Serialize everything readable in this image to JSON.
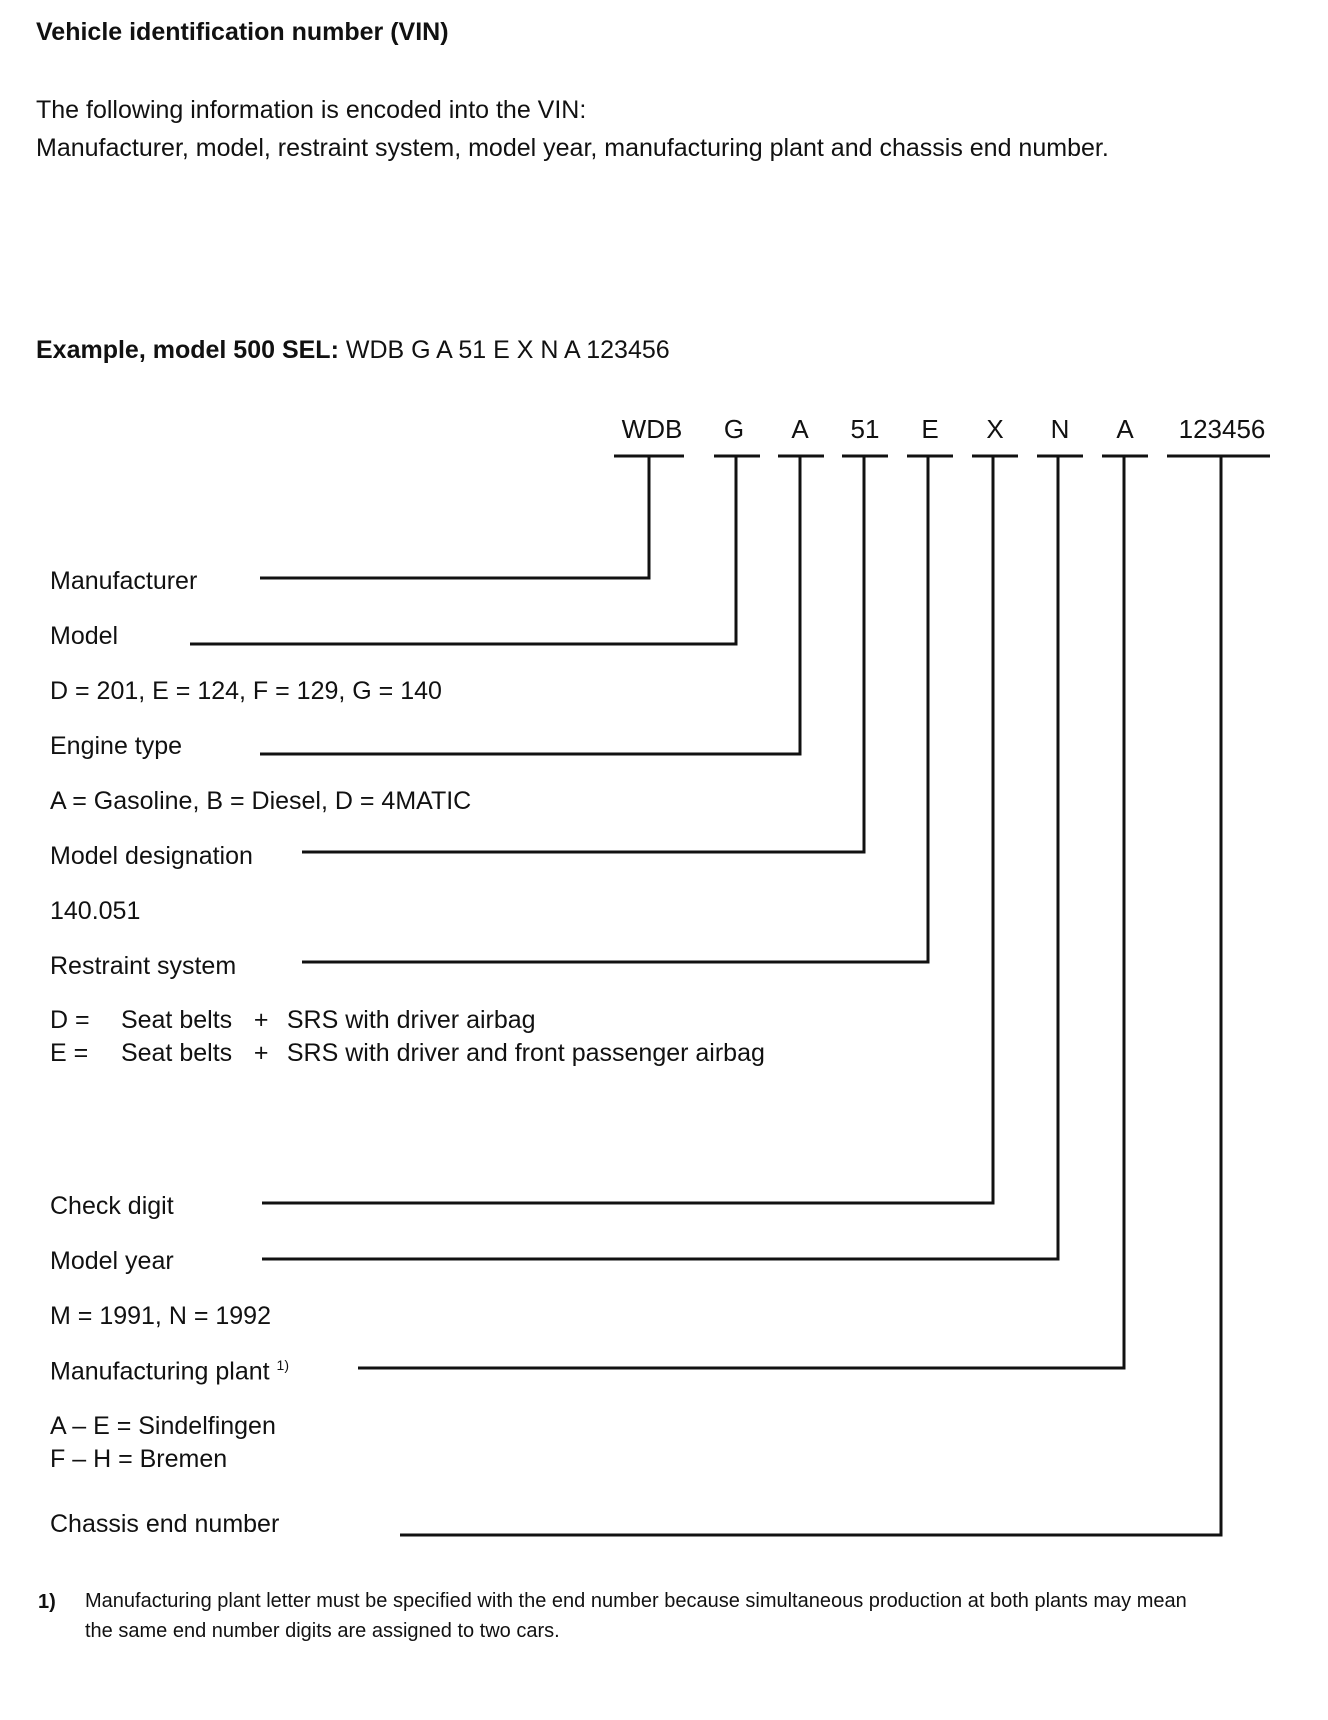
{
  "title": "Vehicle identification number (VIN)",
  "intro": {
    "line1": "The following information is encoded into the VIN:",
    "line2": "Manufacturer, model, restraint system, model year, manufacturing plant and chassis end number."
  },
  "example": {
    "prefix": "Example, model 500 SEL:",
    "vin": "WDB G A 51 E X N A 123456"
  },
  "segments": [
    "WDB",
    "G",
    "A",
    "51",
    "E",
    "X",
    "N",
    "A",
    "123456"
  ],
  "fields": {
    "manufacturer": "Manufacturer",
    "model": "Model",
    "model_codes": "D = 201, E = 124, F = 129, G = 140",
    "engine_type": "Engine type",
    "engine_codes": "A = Gasoline, B = Diesel, D = 4MATIC",
    "model_designation": "Model designation",
    "model_designation_value": "140.051",
    "restraint_system": "Restraint system",
    "restraint_d": {
      "code": "D =",
      "a": "Seat belts",
      "plus": "+",
      "b": "SRS with driver airbag"
    },
    "restraint_e": {
      "code": "E =",
      "a": "Seat belts",
      "plus": "+",
      "b": "SRS with driver and front passenger airbag"
    },
    "check_digit": "Check digit",
    "model_year": "Model year",
    "model_year_codes": "M = 1991, N = 1992",
    "manufacturing_plant": "Manufacturing plant",
    "manufacturing_plant_note": "1)",
    "plant_codes_1": "A – E = Sindelfingen",
    "plant_codes_2": "F – H = Bremen",
    "chassis_end_number": "Chassis end number"
  },
  "footnote": {
    "number": "1)",
    "line1": "Manufacturing plant letter must be specified with the end number because simultaneous production at both plants may mean",
    "line2": "the same end number digits are assigned to two cars."
  }
}
